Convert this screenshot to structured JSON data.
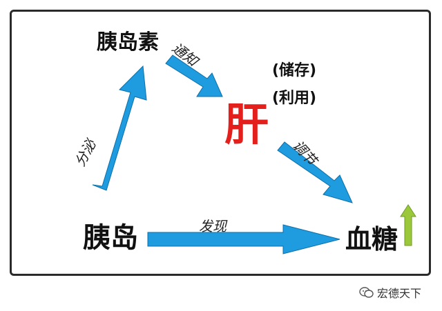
{
  "nodes": {
    "pancreas": "胰岛",
    "glucagon": "胰岛素",
    "liver": "肝",
    "blood_sugar": "血糖"
  },
  "notes": {
    "storage": "(储存)",
    "usage": "(利用)"
  },
  "edges": {
    "secrete": "分泌",
    "notify": "通知",
    "regulate": "调节",
    "discover": "发现"
  },
  "watermark": {
    "text": "宏德天下",
    "icon": "wechat-icon"
  },
  "colors": {
    "arrow": "#1f9be0",
    "liver_text": "#e3201b",
    "up_arrow": "#9ac83a"
  }
}
